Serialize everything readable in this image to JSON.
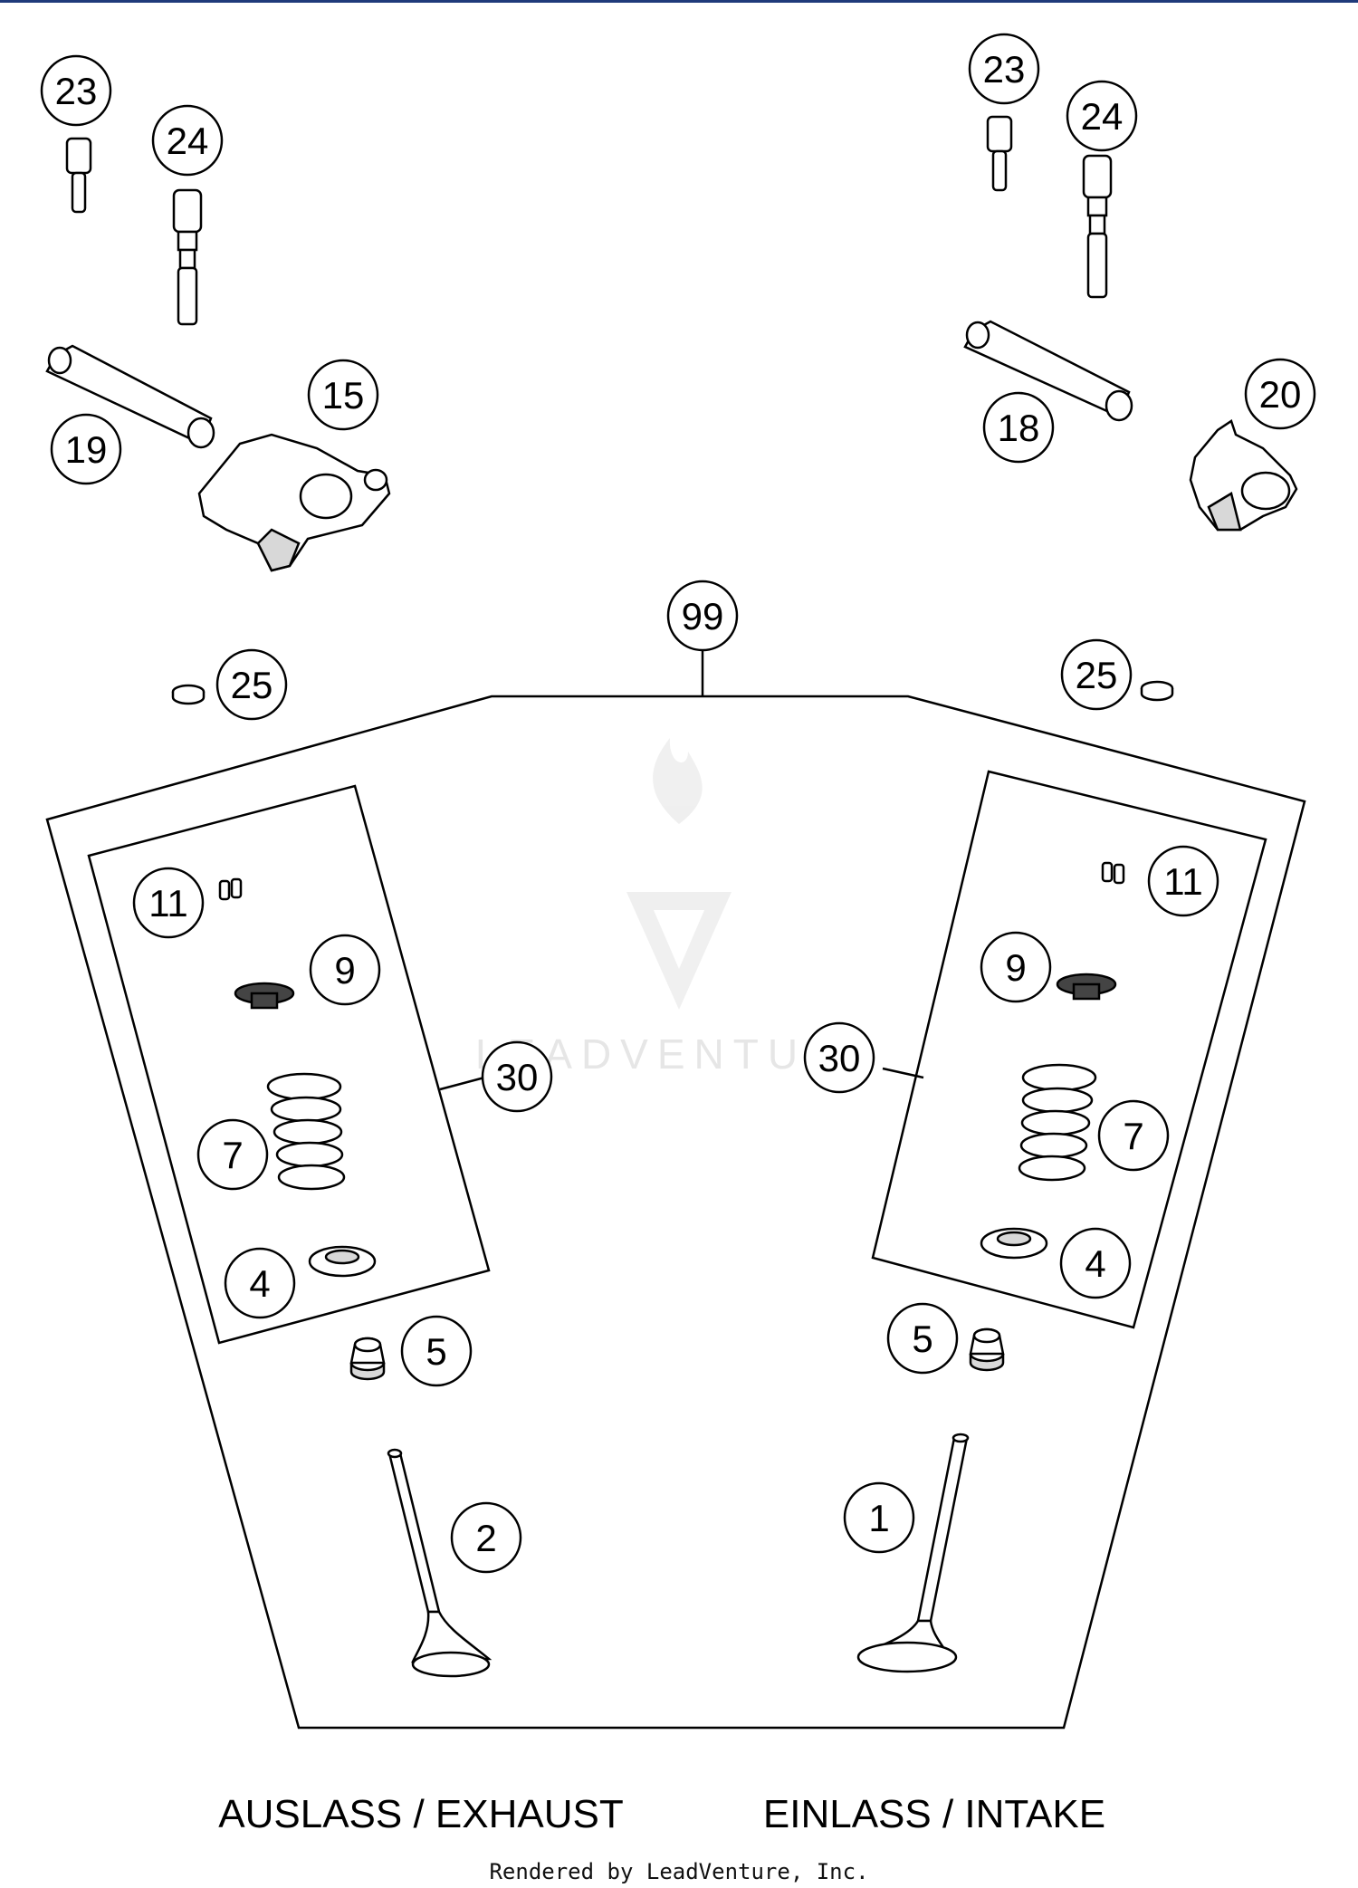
{
  "callouts": [
    {
      "id": "c-23-left",
      "label": "23"
    },
    {
      "id": "c-24-left",
      "label": "24"
    },
    {
      "id": "c-19",
      "label": "19"
    },
    {
      "id": "c-15",
      "label": "15"
    },
    {
      "id": "c-23-right",
      "label": "23"
    },
    {
      "id": "c-24-right",
      "label": "24"
    },
    {
      "id": "c-18",
      "label": "18"
    },
    {
      "id": "c-20",
      "label": "20"
    },
    {
      "id": "c-99",
      "label": "99"
    },
    {
      "id": "c-25-left",
      "label": "25"
    },
    {
      "id": "c-25-right",
      "label": "25"
    },
    {
      "id": "c-11-left",
      "label": "11"
    },
    {
      "id": "c-9-left",
      "label": "9"
    },
    {
      "id": "c-30-left",
      "label": "30"
    },
    {
      "id": "c-7-left",
      "label": "7"
    },
    {
      "id": "c-4-left",
      "label": "4"
    },
    {
      "id": "c-5-left",
      "label": "5"
    },
    {
      "id": "c-2",
      "label": "2"
    },
    {
      "id": "c-11-right",
      "label": "11"
    },
    {
      "id": "c-9-right",
      "label": "9"
    },
    {
      "id": "c-30-right",
      "label": "30"
    },
    {
      "id": "c-7-right",
      "label": "7"
    },
    {
      "id": "c-4-right",
      "label": "4"
    },
    {
      "id": "c-5-right",
      "label": "5"
    },
    {
      "id": "c-1",
      "label": "1"
    }
  ],
  "captions": {
    "exhaust": "AUSLASS / EXHAUST",
    "intake": "EINLASS / INTAKE"
  },
  "footer": "Rendered by LeadVenture, Inc.",
  "watermark": "LEADVENTURE",
  "colors": {
    "line": "#000000",
    "top_border": "#1f3a7a",
    "watermark": "#e6e6e6"
  }
}
